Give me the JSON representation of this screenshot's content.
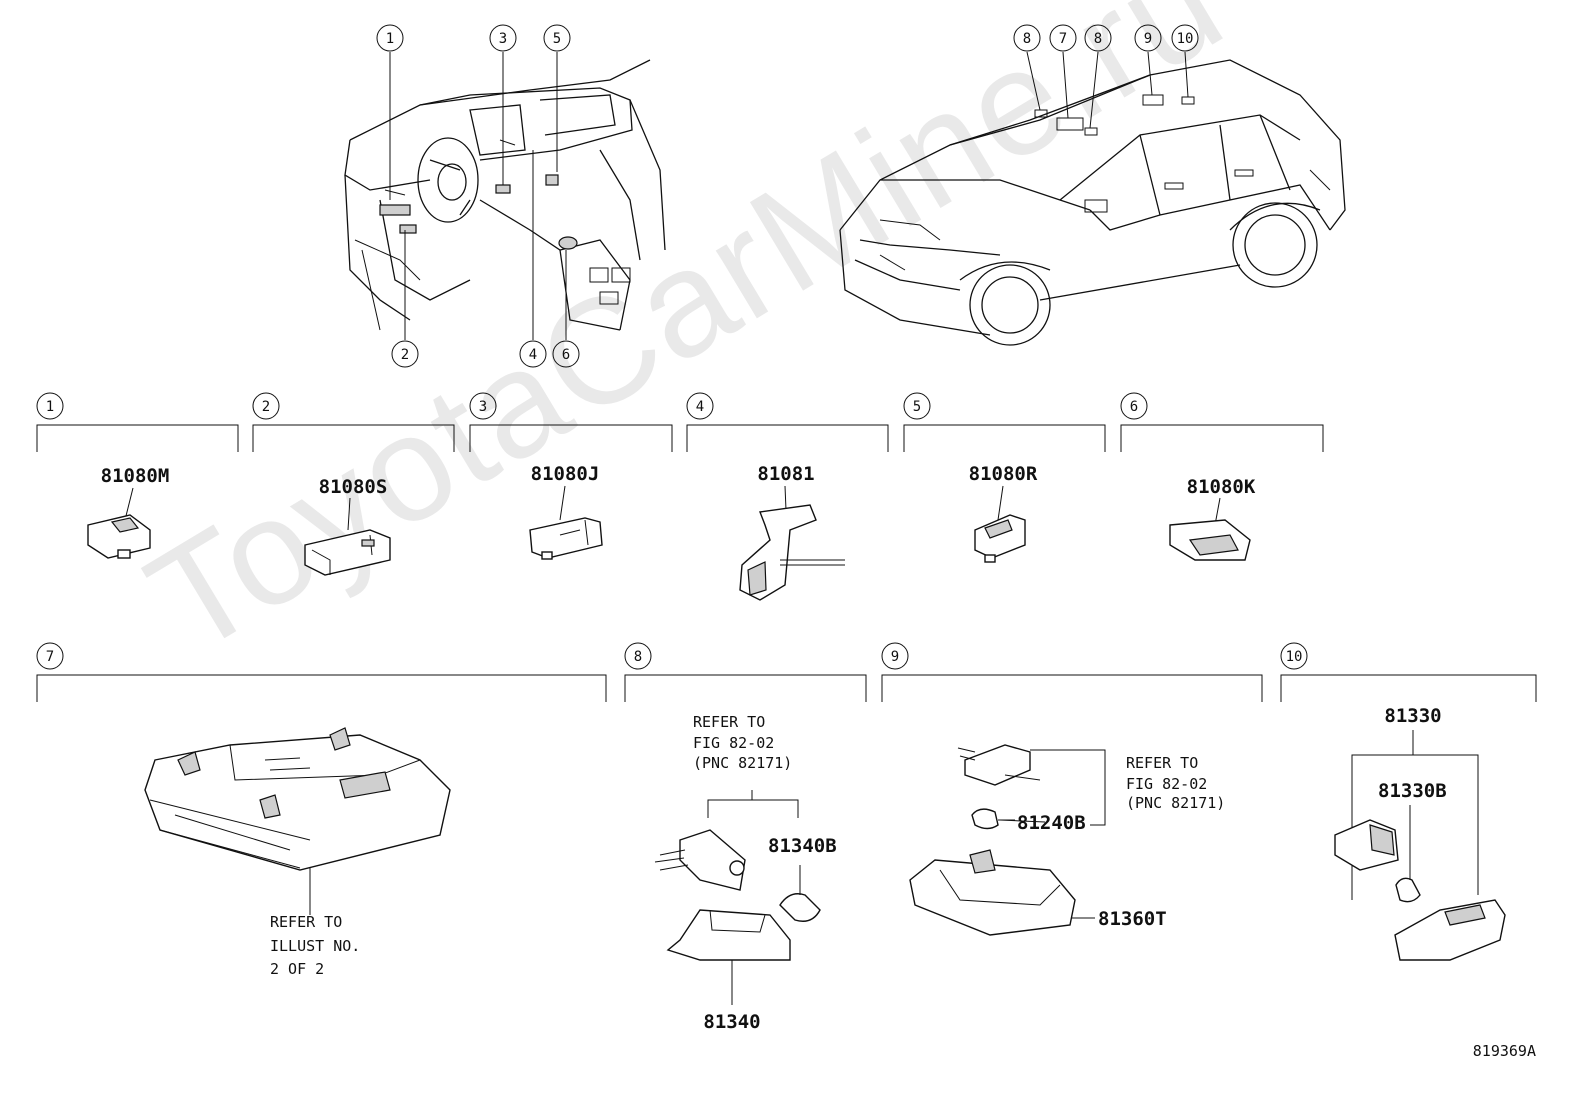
{
  "watermark": "ToyotaCarMine.ru",
  "figure_code": "819369A",
  "dash_callouts": [
    "1",
    "2",
    "3",
    "4",
    "5",
    "6"
  ],
  "car_callouts": [
    "8",
    "7",
    "8",
    "9",
    "10"
  ],
  "sections": [
    {
      "num": "1",
      "parts": [
        "81080M"
      ]
    },
    {
      "num": "2",
      "parts": [
        "81080S"
      ]
    },
    {
      "num": "3",
      "parts": [
        "81080J"
      ]
    },
    {
      "num": "4",
      "parts": [
        "81081"
      ]
    },
    {
      "num": "5",
      "parts": [
        "81080R"
      ]
    },
    {
      "num": "6",
      "parts": [
        "81080K"
      ]
    },
    {
      "num": "7",
      "note": [
        "REFER TO",
        "ILLUST NO.",
        "2 OF 2"
      ]
    },
    {
      "num": "8",
      "note": [
        "REFER TO",
        "FIG 82-02",
        "(PNC 82171)"
      ],
      "parts": [
        "81340B",
        "81340"
      ]
    },
    {
      "num": "9",
      "note": [
        "REFER TO",
        "FIG 82-02",
        "(PNC 82171)"
      ],
      "parts": [
        "81240B",
        "81360T"
      ]
    },
    {
      "num": "10",
      "parts": [
        "81330",
        "81330B"
      ]
    }
  ],
  "icons": {
    "dashboard": "dashboard-illustration",
    "car": "suv-illustration"
  }
}
